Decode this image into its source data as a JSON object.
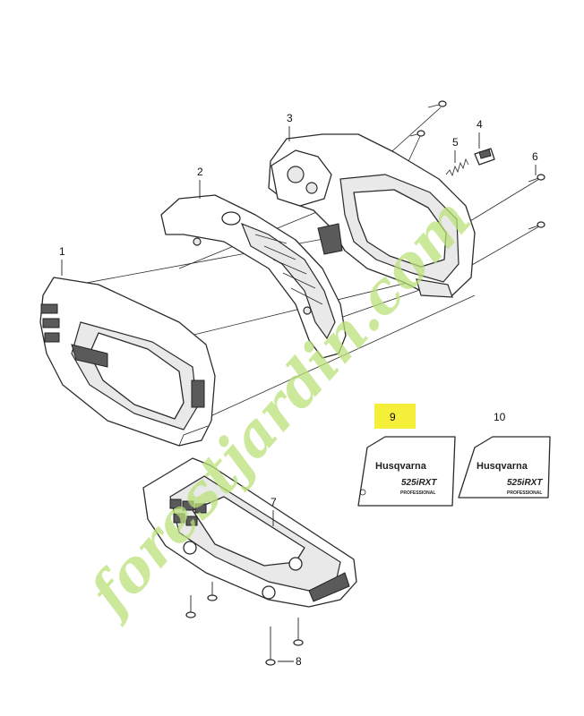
{
  "callouts": [
    {
      "id": "1",
      "text": "1"
    },
    {
      "id": "2",
      "text": "2"
    },
    {
      "id": "3",
      "text": "3"
    },
    {
      "id": "4",
      "text": "4"
    },
    {
      "id": "5",
      "text": "5"
    },
    {
      "id": "6",
      "text": "6"
    },
    {
      "id": "7",
      "text": "7"
    },
    {
      "id": "8",
      "text": "8"
    },
    {
      "id": "9",
      "text": "9"
    },
    {
      "id": "10",
      "text": "10"
    }
  ],
  "highlight_color": "#f5ef3a",
  "labels": {
    "brand": "Husqvarna",
    "model": "525iRXT",
    "subline": "PROFESSIONAL"
  },
  "watermark": {
    "text": "forestjardin.com",
    "color_green": "#b9e07a",
    "color_tan": "#c9bda4"
  }
}
